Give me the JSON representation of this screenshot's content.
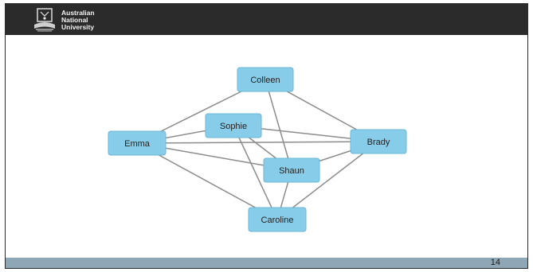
{
  "header": {
    "logo_lines": [
      "Australian",
      "National",
      "University"
    ]
  },
  "diagram": {
    "nodes": [
      {
        "id": "colleen",
        "label": "Colleen"
      },
      {
        "id": "sophie",
        "label": "Sophie"
      },
      {
        "id": "emma",
        "label": "Emma"
      },
      {
        "id": "brady",
        "label": "Brady"
      },
      {
        "id": "shaun",
        "label": "Shaun"
      },
      {
        "id": "caroline",
        "label": "Caroline"
      }
    ],
    "edges": [
      [
        "emma",
        "colleen"
      ],
      [
        "emma",
        "sophie"
      ],
      [
        "emma",
        "brady"
      ],
      [
        "emma",
        "shaun"
      ],
      [
        "emma",
        "caroline"
      ],
      [
        "colleen",
        "brady"
      ],
      [
        "colleen",
        "shaun"
      ],
      [
        "sophie",
        "brady"
      ],
      [
        "sophie",
        "shaun"
      ],
      [
        "sophie",
        "caroline"
      ],
      [
        "brady",
        "shaun"
      ],
      [
        "brady",
        "caroline"
      ],
      [
        "shaun",
        "caroline"
      ]
    ]
  },
  "footer": {
    "page_number": "14"
  }
}
